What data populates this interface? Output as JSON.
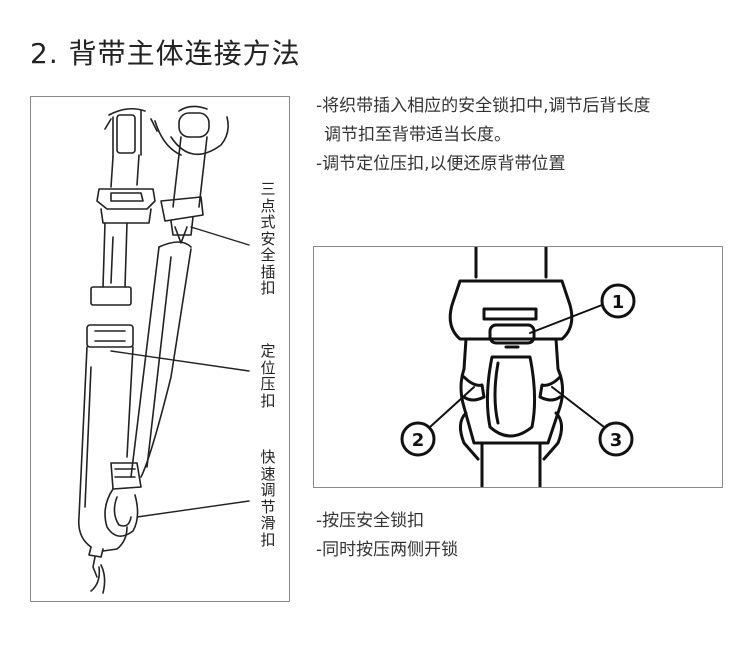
{
  "title": "2. 背带主体连接方法",
  "left_figure": {
    "labels": {
      "buckle": "三点式安全插扣",
      "positioning": "定位压扣",
      "quick_adjust": "快速调节滑扣"
    }
  },
  "instructions_top": [
    "-将织带插入相应的安全锁扣中,调节后背长度",
    "调节扣至背带适当长度。",
    "-调节定位压扣,以便还原背带位置"
  ],
  "right_figure": {
    "callouts": [
      "1",
      "2",
      "3"
    ]
  },
  "instructions_bottom": [
    "-按压安全锁扣",
    "-同时按压两侧开锁"
  ]
}
